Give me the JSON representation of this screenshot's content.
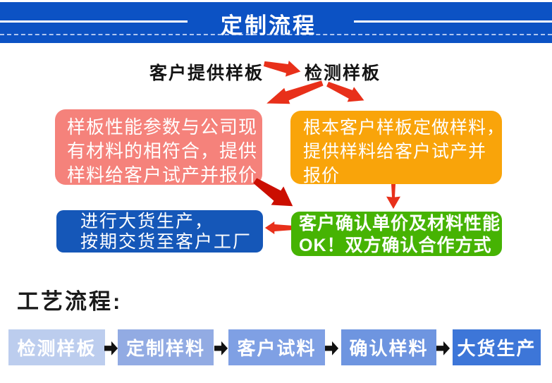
{
  "banner": {
    "title": "定制流程",
    "bg": "#0c52c4"
  },
  "intro_flow": {
    "step1": "客户提供样板",
    "step2": "检测样板"
  },
  "boxes": {
    "pink": {
      "bg": "#f5827b",
      "lines": [
        "样板性能参数与公司现",
        "有材料的相符合，提供",
        "样料给客户试产并报价"
      ]
    },
    "orange": {
      "bg": "#f9a40a",
      "lines": [
        "根本客户样板定做样料，",
        "提供样料给客户试产并",
        "报价"
      ]
    },
    "blue": {
      "bg": "#1557b8",
      "lines": [
        "进行大货生产，",
        "按期交货至客户工厂"
      ]
    },
    "green": {
      "bg": "#46b303",
      "lines": [
        "客户确认单价及材料性能",
        "OK！双方确认合作方式"
      ]
    }
  },
  "process": {
    "heading": "工艺流程:",
    "steps": [
      {
        "label": "检测样板",
        "bg": "#bccdee"
      },
      {
        "label": "定制样料",
        "bg": "#92abe3"
      },
      {
        "label": "客户试料",
        "bg": "#7fa0e4"
      },
      {
        "label": "确认样料",
        "bg": "#6e95e0"
      },
      {
        "label": "大货生产",
        "bg": "#3d76d8"
      }
    ]
  },
  "colors": {
    "arrow_red": "#e8301a",
    "arrow_dark_red": "#cb0e00",
    "arrow_black": "#111111",
    "banner_blue": "#0c52c4"
  }
}
